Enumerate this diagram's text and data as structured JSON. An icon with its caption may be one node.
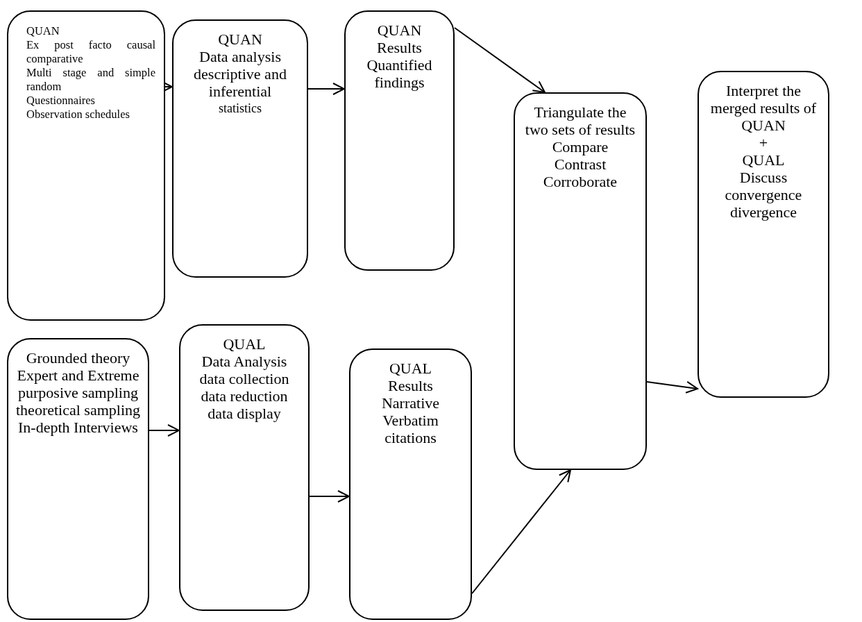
{
  "diagram": {
    "nodes": [
      {
        "text": [
          "QUAN",
          "Ex post facto causal comparative",
          "Multi stage and simple random",
          "Questionnaires",
          "Observation schedules"
        ]
      },
      {
        "text": [
          "QUAN",
          "Data analysis descriptive and inferential",
          "statistics"
        ]
      },
      {
        "text": [
          "QUAN",
          "Results",
          "Quantified findings"
        ]
      },
      {
        "text": [
          "Triangulate the two sets of results",
          "Compare",
          "Contrast",
          "Corroborate"
        ]
      },
      {
        "text": [
          "Interpret the merged results of QUAN",
          "+",
          "QUAL",
          "Discuss convergence divergence"
        ]
      },
      {
        "text": [
          "Grounded theory",
          "Expert and Extreme purposive sampling",
          "theoretical sampling",
          "In-depth Interviews"
        ]
      },
      {
        "text": [
          "QUAL",
          "Data Analysis",
          "data collection",
          "data reduction",
          "data display"
        ]
      },
      {
        "text": [
          "QUAL",
          "Results",
          "Narrative",
          "Verbatim citations"
        ]
      }
    ],
    "edges": [
      {
        "from": 0,
        "to": 1,
        "arrow": "to"
      },
      {
        "from": 1,
        "to": 2,
        "arrow": "to"
      },
      {
        "from": 2,
        "to": 3,
        "arrow": "to"
      },
      {
        "from": 3,
        "to": 4,
        "arrow": "to"
      },
      {
        "from": 5,
        "to": 6,
        "arrow": "to"
      },
      {
        "from": 6,
        "to": 7,
        "arrow": "to"
      },
      {
        "from": 7,
        "to": 3,
        "arrow": "to"
      }
    ]
  }
}
